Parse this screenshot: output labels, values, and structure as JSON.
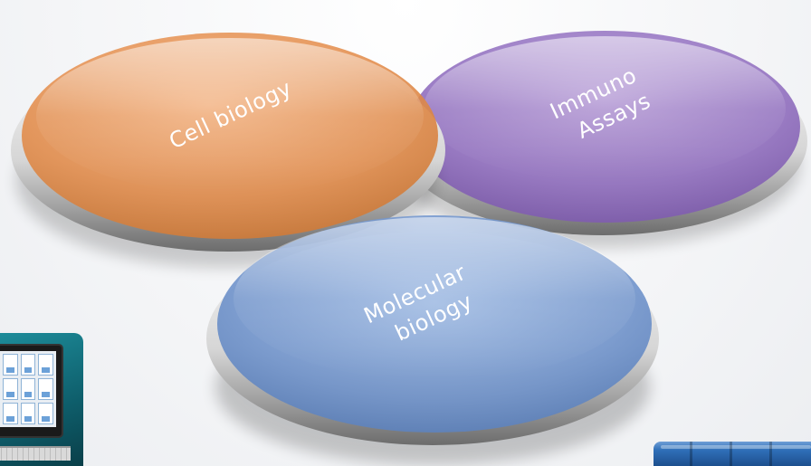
{
  "diagram": {
    "type": "venn",
    "sets": [
      {
        "id": "cell",
        "label_lines": [
          "Cell biology"
        ],
        "color": "#e9964e"
      },
      {
        "id": "immuno",
        "label_lines": [
          "Immuno",
          "Assays"
        ],
        "color": "#9b78c4"
      },
      {
        "id": "molecular",
        "label_lines": [
          "Molecular",
          "biology"
        ],
        "color": "#6f96cf"
      }
    ]
  },
  "photos": {
    "computer": "lab-computer",
    "instrument": "lab-instrument"
  }
}
